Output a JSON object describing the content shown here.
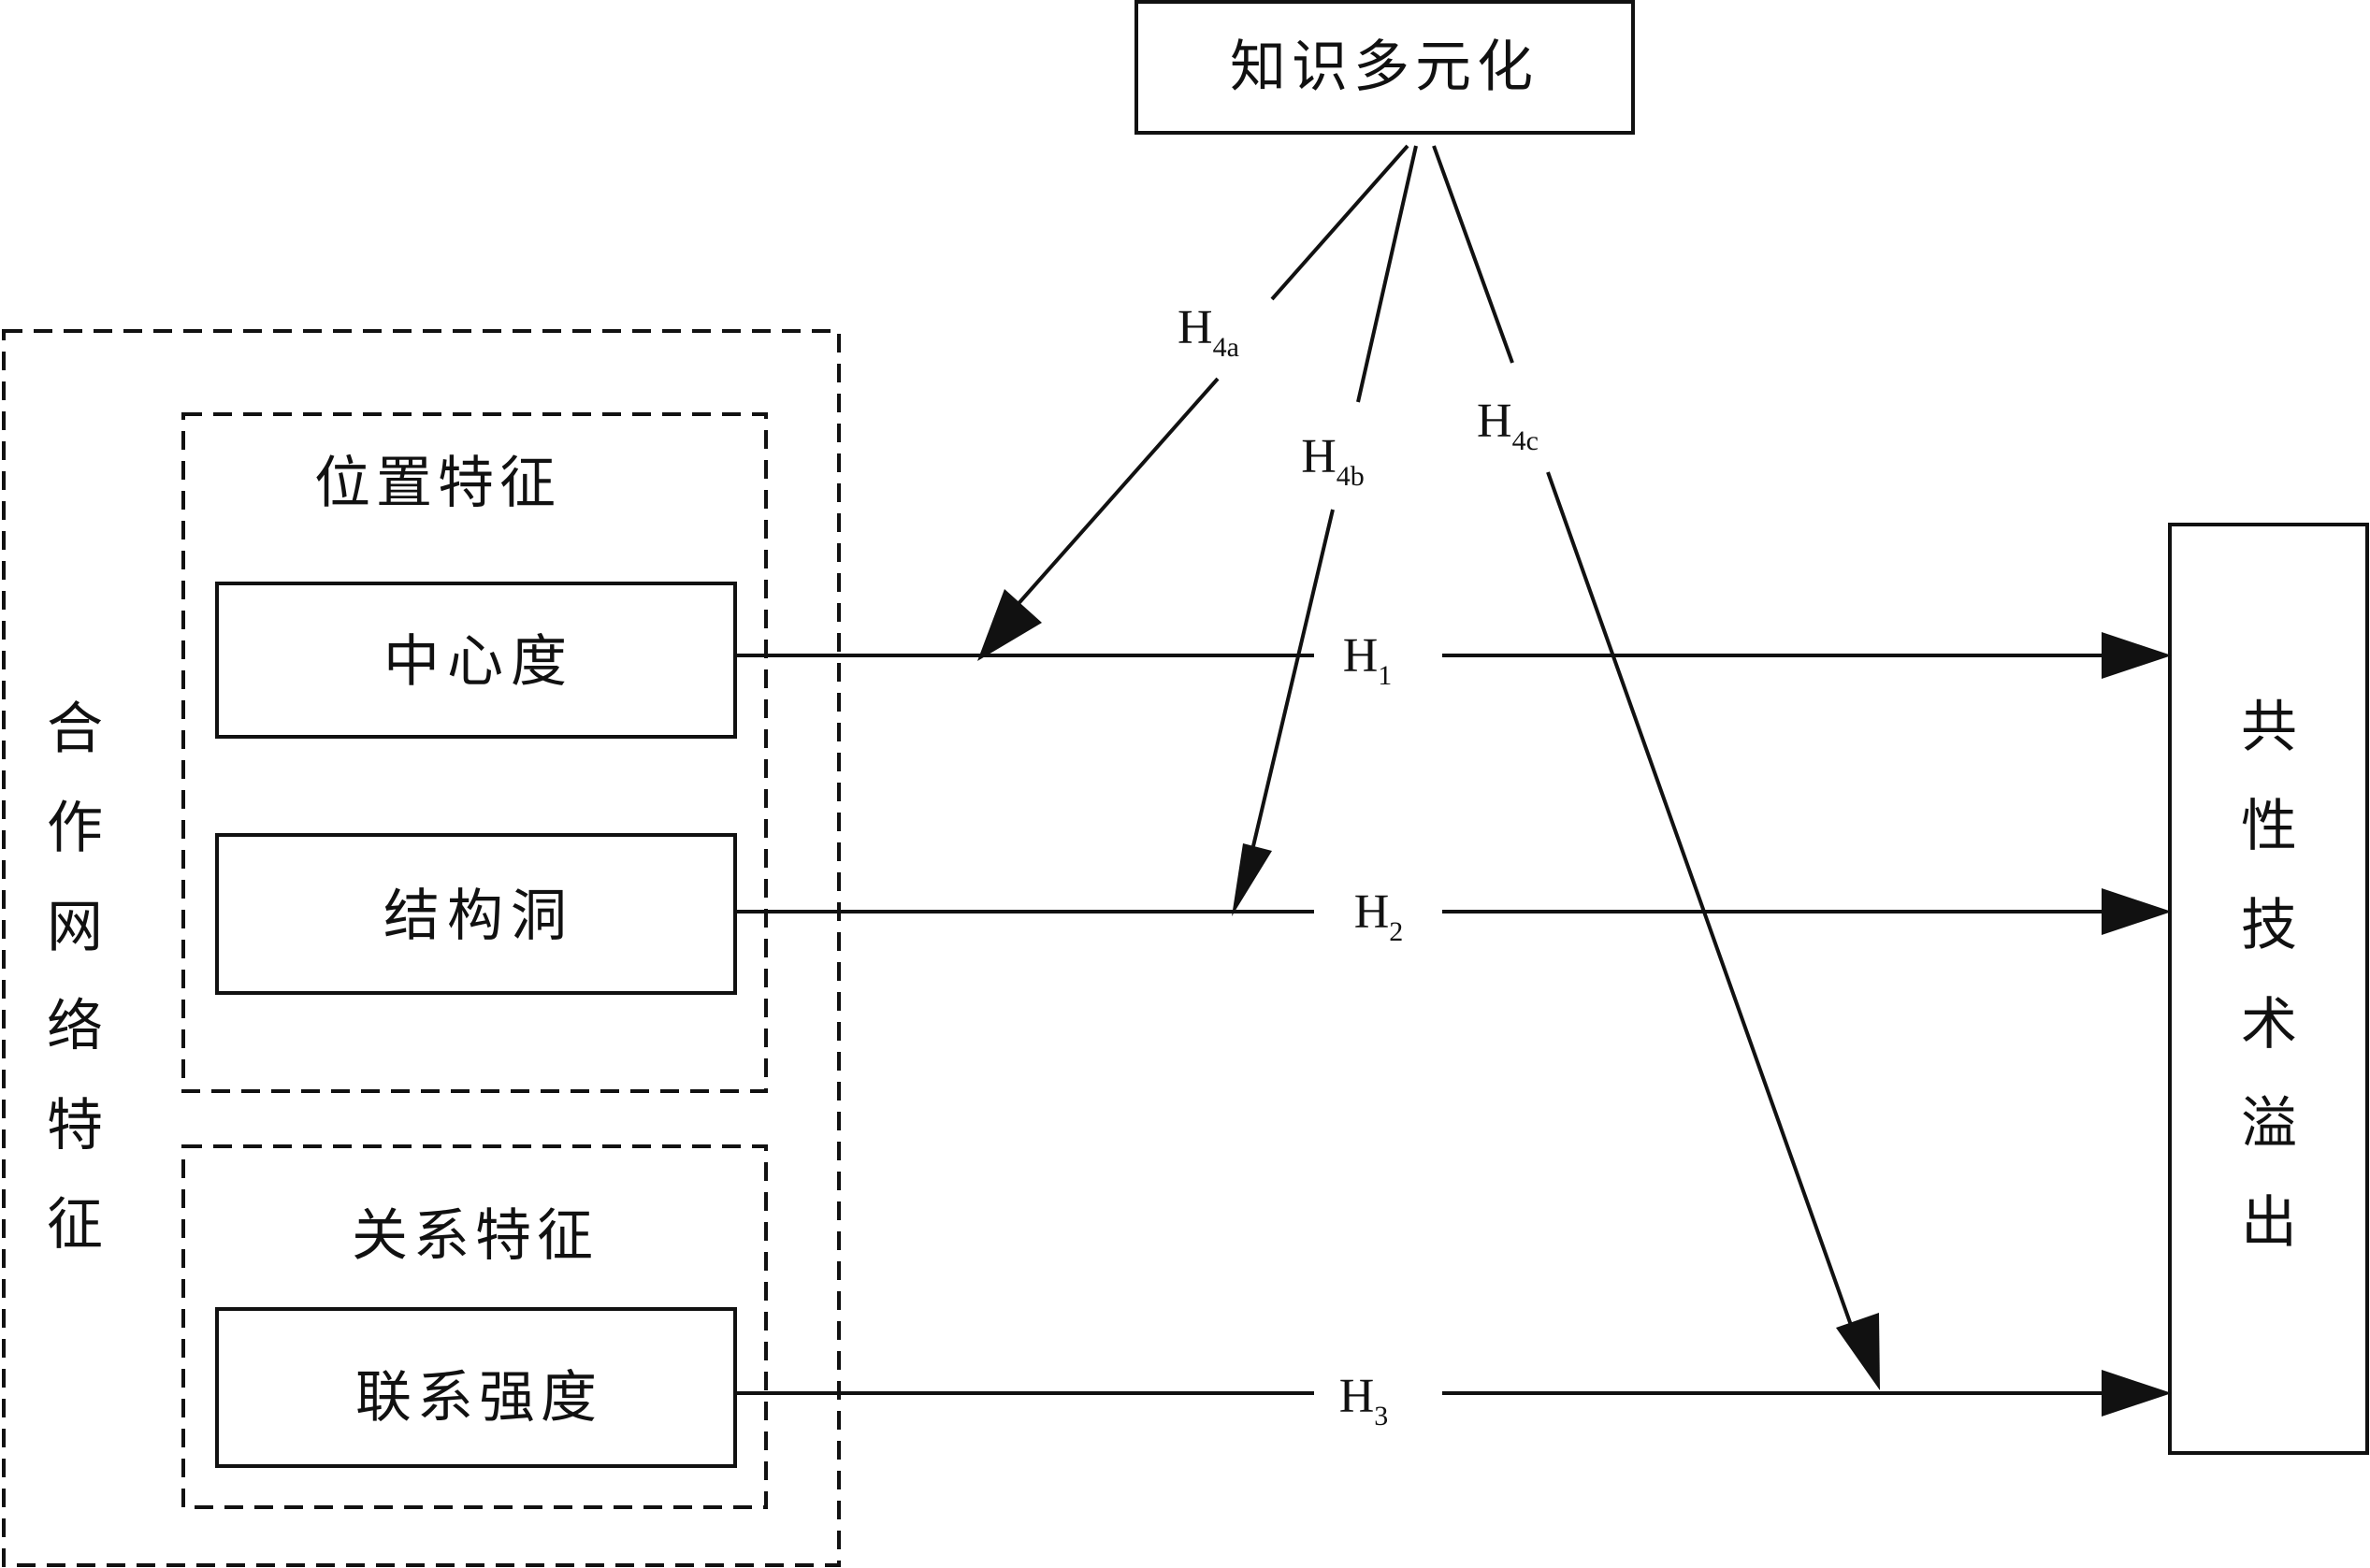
{
  "nodes": {
    "moderator": "知识多元化",
    "outcome": "共性技术溢出",
    "network_group": "合作网络特征",
    "position_group": "位置特征",
    "relation_group": "关系特征",
    "centrality": "中心度",
    "structural_hole": "结构洞",
    "tie_strength": "联系强度"
  },
  "hypotheses": {
    "h1": {
      "main": "H",
      "sub": "1"
    },
    "h2": {
      "main": "H",
      "sub": "2"
    },
    "h3": {
      "main": "H",
      "sub": "3"
    },
    "h4a": {
      "main": "H",
      "sub": "4a"
    },
    "h4b": {
      "main": "H",
      "sub": "4b"
    },
    "h4c": {
      "main": "H",
      "sub": "4c"
    }
  }
}
